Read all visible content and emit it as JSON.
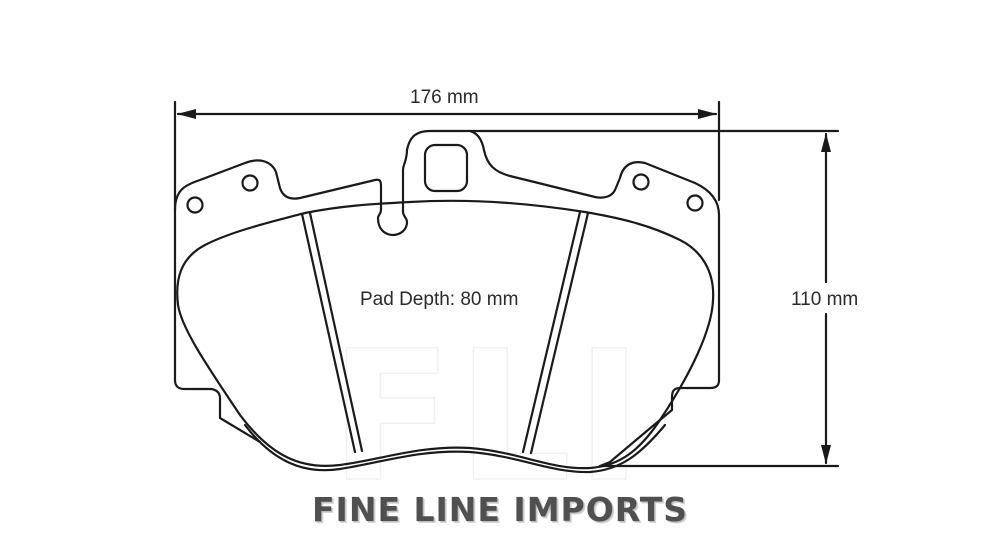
{
  "diagram": {
    "type": "technical-drawing",
    "subject": "brake pad outline",
    "dimensions": {
      "width_label": "176 mm",
      "height_label": "110 mm",
      "depth_label": "Pad Depth: 80 mm"
    },
    "brand": {
      "name": "FINE LINE IMPORTS",
      "watermark": "FLI"
    },
    "colors": {
      "line": "#1a1a1a",
      "text": "#2a2a2a",
      "brand": "#505050",
      "watermark": "#f0f0f0",
      "background": "#ffffff"
    }
  }
}
